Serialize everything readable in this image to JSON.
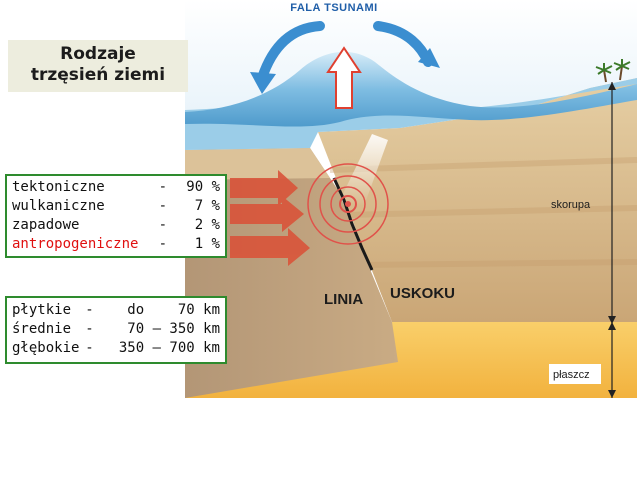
{
  "title": {
    "line1": "Rodzaje",
    "line2": "trzęsień ziemi"
  },
  "earthquake_types": [
    {
      "name": "tektoniczne",
      "dash": "-",
      "percent": "90 %",
      "color": "#111111"
    },
    {
      "name": "wulkaniczne",
      "dash": "-",
      "percent": "7 %",
      "color": "#111111"
    },
    {
      "name": "zapadowe",
      "dash": "-",
      "percent": "2 %",
      "color": "#111111"
    },
    {
      "name": "antropogeniczne",
      "dash": "-",
      "percent": "1 %",
      "color": "#e01010"
    }
  ],
  "depth_classes": [
    {
      "name": "płytkie",
      "dash": "-",
      "range": "do    70 km"
    },
    {
      "name": "średnie",
      "dash": "-",
      "range": "70 – 350 km"
    },
    {
      "name": "głębokie",
      "dash": "-",
      "range": "350 – 700 km"
    }
  ],
  "diagram_labels": {
    "tsunami": "FALA TSUNAMI",
    "fault_line_1": "LINIA",
    "fault_line_2": "USKOKU",
    "crust": "skorupa",
    "mantle": "płaszcz"
  },
  "colors": {
    "sea": "#8fc6e4",
    "wave": "#6aaed6",
    "crust": "#d9b98a",
    "mantle": "#f6c050",
    "arrow_red": "#d9543a",
    "box_border": "#2e8b2e"
  }
}
